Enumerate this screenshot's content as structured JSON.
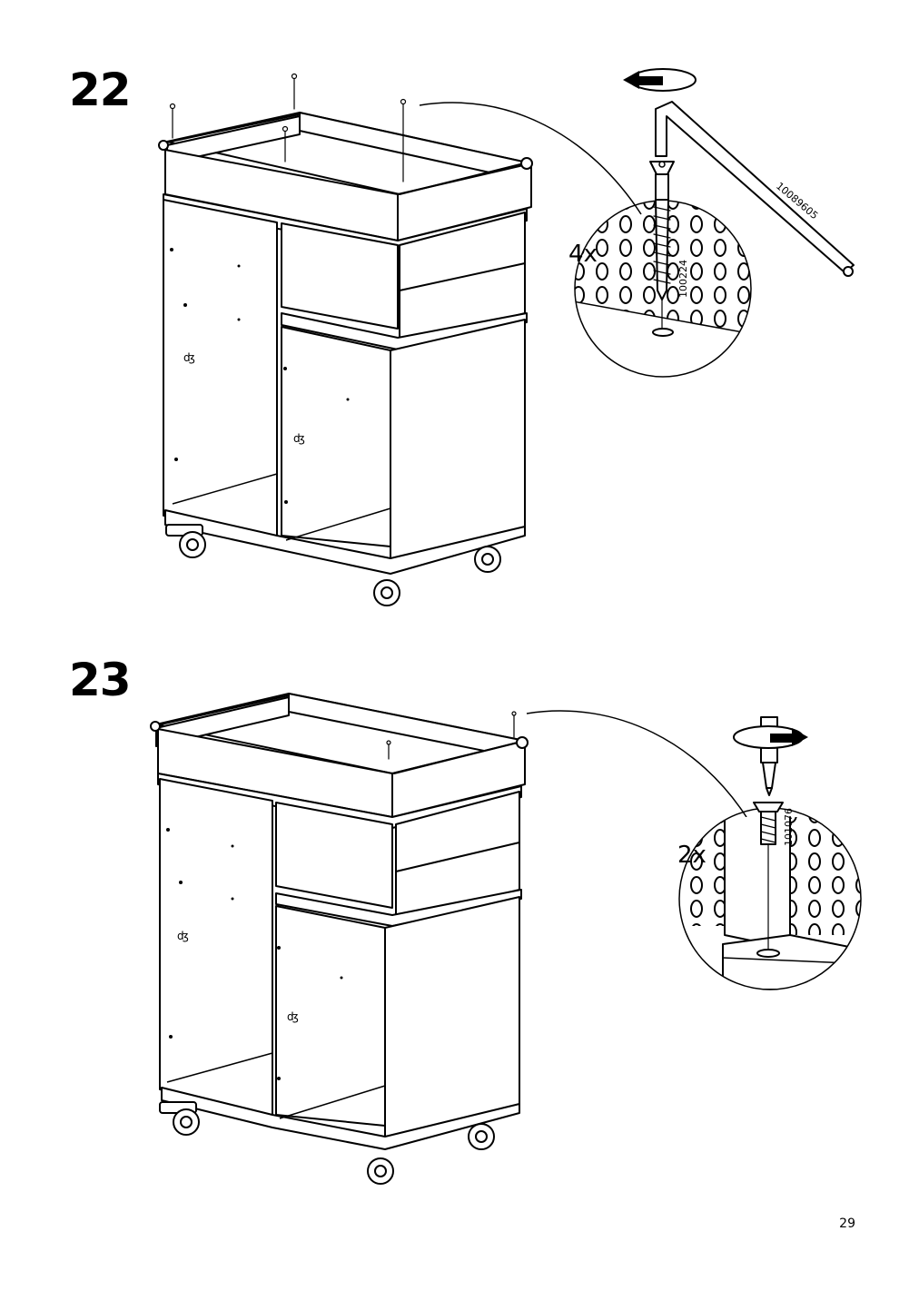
{
  "steps": [
    {
      "number": "22",
      "quantity": "4x",
      "screw_part": "100224",
      "tool_part": "10089605",
      "icons": [
        "rotate-arrow-icon",
        "allen-key-icon",
        "screw-icon",
        "cart-illustration",
        "detail-circle"
      ]
    },
    {
      "number": "23",
      "quantity": "2x",
      "screw_part": "101076",
      "icons": [
        "screwdriver-icon",
        "rotate-arrow-icon",
        "screw-icon",
        "cart-illustration",
        "detail-circle"
      ]
    }
  ],
  "page_number": "29"
}
